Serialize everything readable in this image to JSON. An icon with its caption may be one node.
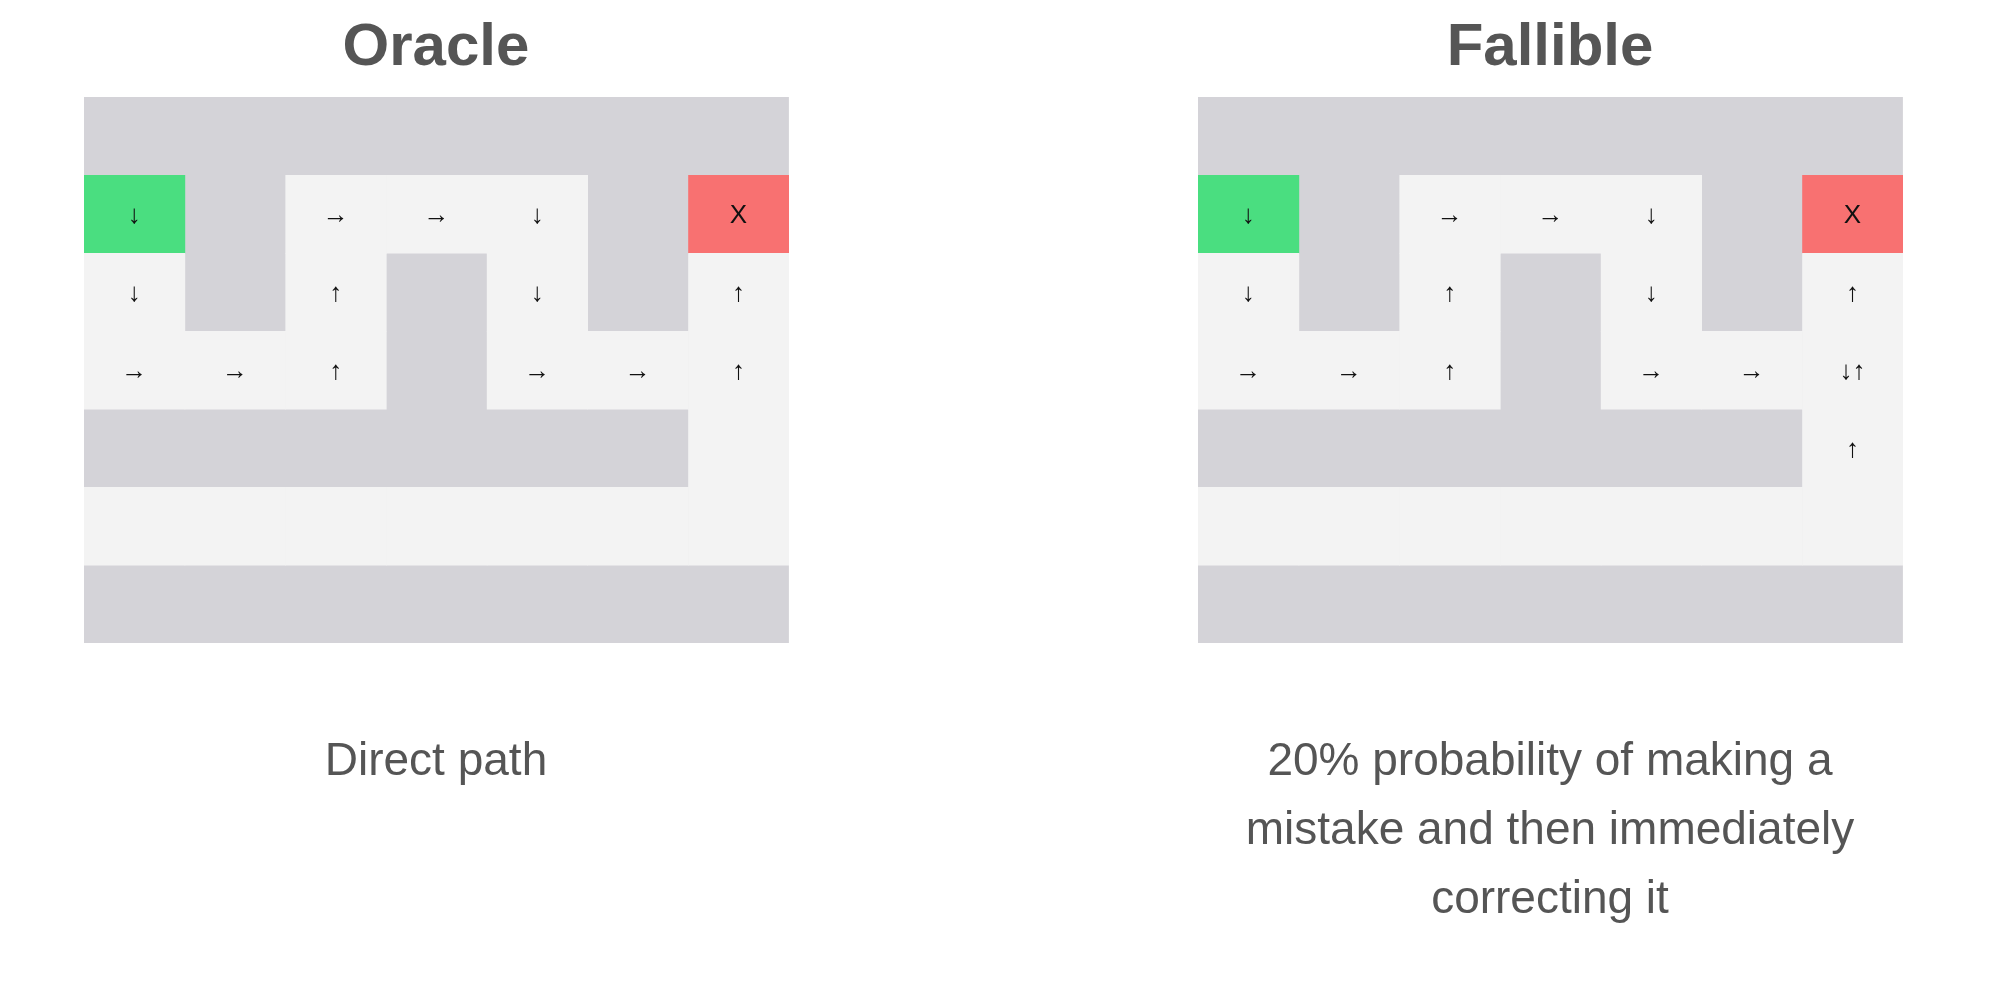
{
  "diagram": {
    "labels": [
      "Oracle",
      "Fallible",
      "↓",
      "→",
      "→",
      "↓",
      "X",
      "↓",
      "↑",
      "↓",
      "↑",
      "→",
      "→",
      "↑",
      "→",
      "→",
      "↑",
      "↓",
      "→",
      "→",
      "↓",
      "X",
      "↓",
      "↑",
      "↓",
      "↑",
      "→",
      "→",
      "↑",
      "→",
      "→",
      "↓↑",
      "↑",
      "Direct path",
      "20% probability of making a mistake and then immediately correcting it"
    ]
  }
}
